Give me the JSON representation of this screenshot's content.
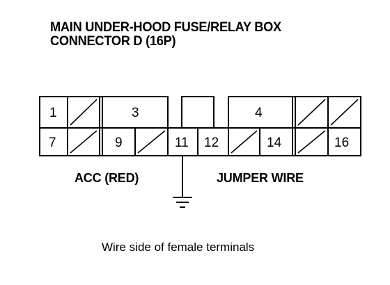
{
  "title": {
    "line1": "MAIN UNDER-HOOD FUSE/RELAY BOX",
    "line2": "CONNECTOR D (16P)"
  },
  "connector": {
    "pins": {
      "p1": "1",
      "p3": "3",
      "p4": "4",
      "p7": "7",
      "p9": "9",
      "p11": "11",
      "p12": "12",
      "p14": "14",
      "p16": "16"
    },
    "labels": {
      "acc": "ACC (RED)",
      "jumper": "JUMPER WIRE"
    }
  },
  "caption": "Wire side of female terminals",
  "colors": {
    "line": "#000000",
    "background": "#ffffff"
  }
}
